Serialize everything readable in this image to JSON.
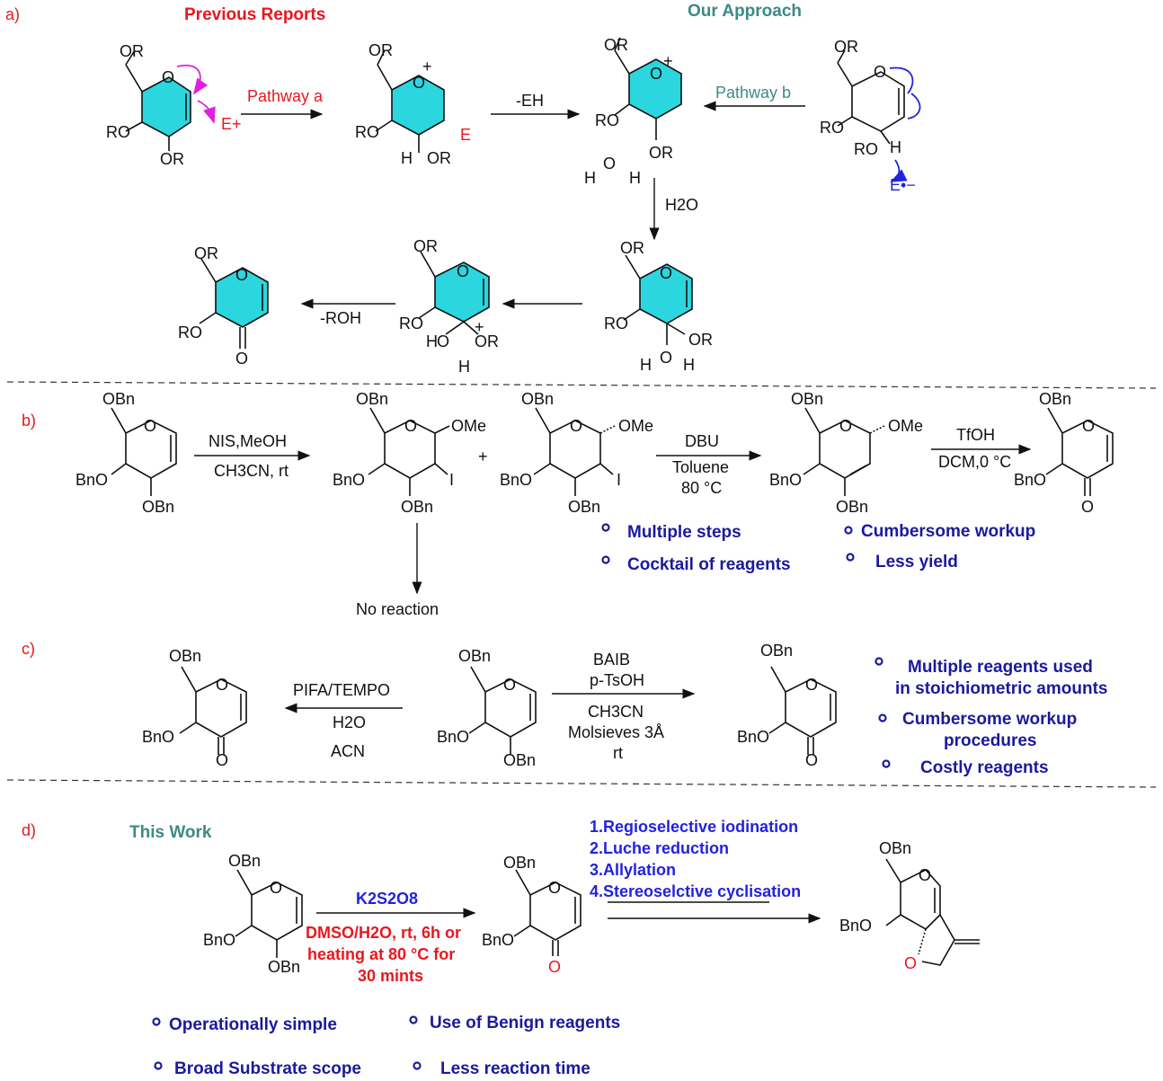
{
  "panels": {
    "a": "a)",
    "b": "b)",
    "c": "c)",
    "d": "d)"
  },
  "panel_a": {
    "previous_reports": "Previous Reports",
    "our_approach": "Our Approach",
    "pathway_a": "Pathway a",
    "pathway_b": "Pathway b",
    "minus_EH": "-EH",
    "water": "H2O",
    "minus_ROH": "-ROH",
    "E_plus": "E+",
    "E": "E",
    "E_radical_anion": "E•−"
  },
  "panel_b": {
    "cond1_top": "NIS,MeOH",
    "cond1_bottom": "CH3CN, rt",
    "plus": "+",
    "cond2_top": "DBU",
    "cond2_mid": "Toluene",
    "cond2_bottom": "80 °C",
    "cond3_top": "TfOH",
    "cond3_bottom": "DCM,0 °C",
    "no_reaction": "No reaction",
    "bullets": [
      "Multiple steps",
      "Cocktail of reagents",
      "Cumbersome workup",
      "Less yield"
    ]
  },
  "panel_c": {
    "left_top": "PIFA/TEMPO",
    "left_mid": "H2O",
    "left_bottom": "ACN",
    "right_1": "BAIB",
    "right_2": "p-TsOH",
    "right_3": "CH3CN",
    "right_4": "Molsieves 3Å",
    "right_5": "rt",
    "bullets": [
      "Multiple reagents used",
      "in stoichiometric amounts",
      "Cumbersome workup",
      "procedures",
      "Costly reagents"
    ]
  },
  "panel_d": {
    "this_work": "This Work",
    "reagent": "K2S2O8",
    "cond_1": "DMSO/H2O, rt, 6h or",
    "cond_2": "heating at 80 °C for",
    "cond_3": "30 mints",
    "steps": [
      "1.Regioselective iodination",
      "2.Luche reduction",
      "3.Allylation",
      "4.Stereoselctive cyclisation"
    ],
    "bullets": [
      "Operationally simple",
      "Use of Benign reagents",
      "Broad Substrate scope",
      "Less reaction time"
    ]
  },
  "atoms": {
    "OR": "OR",
    "RO": "RO",
    "O": "O",
    "Ocap": "O",
    "H": "H",
    "plus": "+",
    "OBn": "OBn",
    "BnO": "BnO",
    "OMe": "OMe",
    "I": "I"
  },
  "colors": {
    "red": "#e8171f",
    "teal": "#3d8a86",
    "navy": "#1a1a9c",
    "blue": "#2222e0",
    "cyan_ring": "#2cd6de",
    "magenta_arrow": "#e020e0"
  }
}
